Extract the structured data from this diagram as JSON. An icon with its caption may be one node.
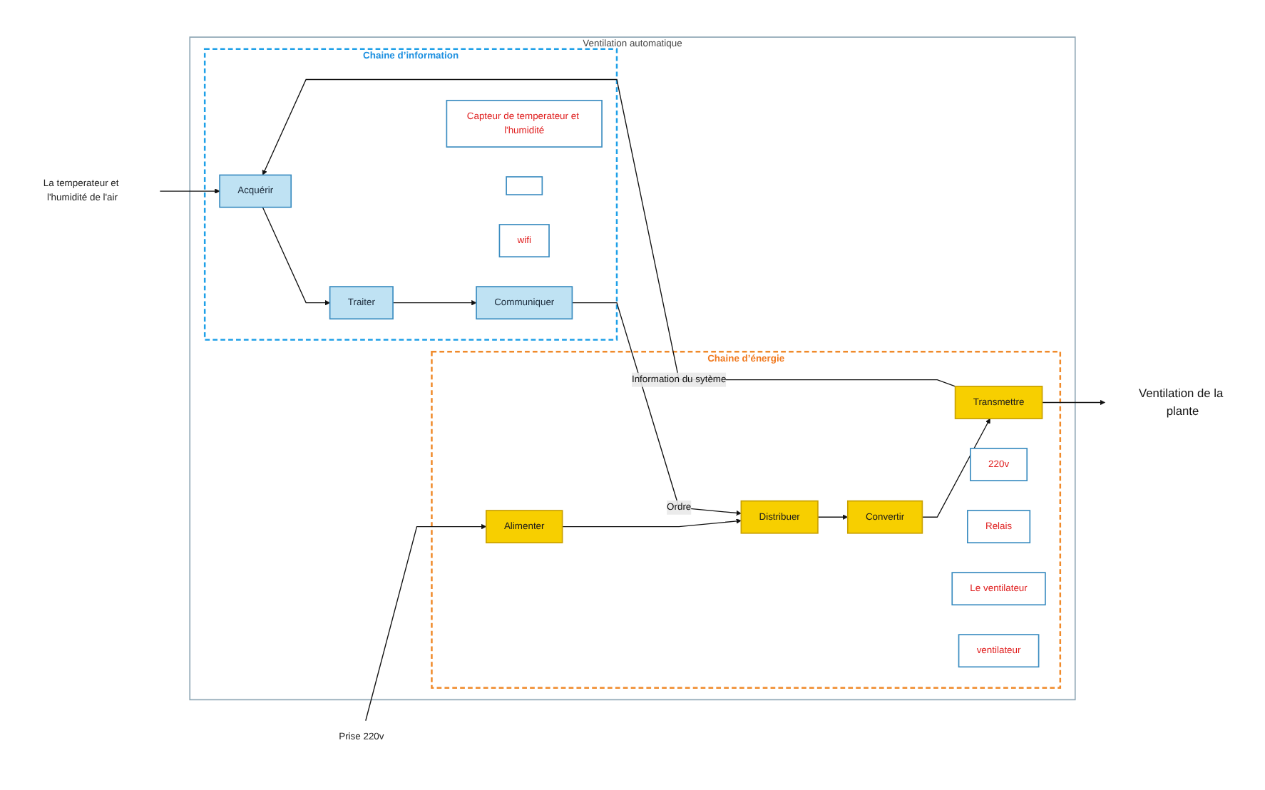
{
  "diagram": {
    "nodes": [
      {
        "text": [
          "Ventilation automatique"
        ]
      },
      {
        "text": [
          "Chaine d’information"
        ],
        "in": 0
      },
      {
        "text": [
          "Acquérir"
        ],
        "in": 1
      },
      {
        "text": [
          "Traiter"
        ],
        "in": 1
      },
      {
        "text": [
          "Communiquer"
        ],
        "in": 1
      },
      {
        "text": [
          "Capteur de temperateur et l'humidité"
        ],
        "in": 1
      },
      {
        "text": [],
        "shape": "box",
        "in": 1
      },
      {
        "text": [
          "wifi"
        ],
        "in": 1
      },
      {
        "text": [
          "Chaine d’énergie"
        ],
        "in": 0
      },
      {
        "text": [
          "Alimenter"
        ],
        "in": 8
      },
      {
        "text": [
          "Distribuer"
        ],
        "in": 8
      },
      {
        "text": [
          "Convertir"
        ],
        "in": 8
      },
      {
        "text": [
          "Transmettre"
        ],
        "in": 8
      },
      {
        "text": [
          "220v"
        ],
        "in": 8
      },
      {
        "text": [
          "Relais"
        ],
        "in": 8
      },
      {
        "text": [
          "Le ventilateur"
        ],
        "in": 8
      },
      {
        "text": [
          "ventilateur"
        ],
        "in": 8
      },
      {
        "text": [
          "La temperateur et l'humidité de l'air"
        ]
      },
      {
        "text": [
          "Prise 220v"
        ]
      },
      {
        "text": [
          "Ventilation de la plante"
        ]
      }
    ],
    "edges": [
      {
        "from": 17,
        "to": 2,
        "arrow": "to"
      },
      {
        "from": 2,
        "to": 3,
        "arrow": "to"
      },
      {
        "from": 3,
        "to": 4,
        "arrow": "to"
      },
      {
        "from": 4,
        "to": 10,
        "arrow": "to",
        "label": "Ordre"
      },
      {
        "from": 12,
        "to": 2,
        "arrow": "to",
        "label": "Information du sytème"
      },
      {
        "from": 18,
        "to": 9,
        "arrow": "to"
      },
      {
        "from": 9,
        "to": 10,
        "arrow": "to"
      },
      {
        "from": 10,
        "to": 11,
        "arrow": "to"
      },
      {
        "from": 11,
        "to": 12,
        "arrow": "to"
      },
      {
        "from": 12,
        "to": 19,
        "arrow": "to"
      }
    ]
  }
}
